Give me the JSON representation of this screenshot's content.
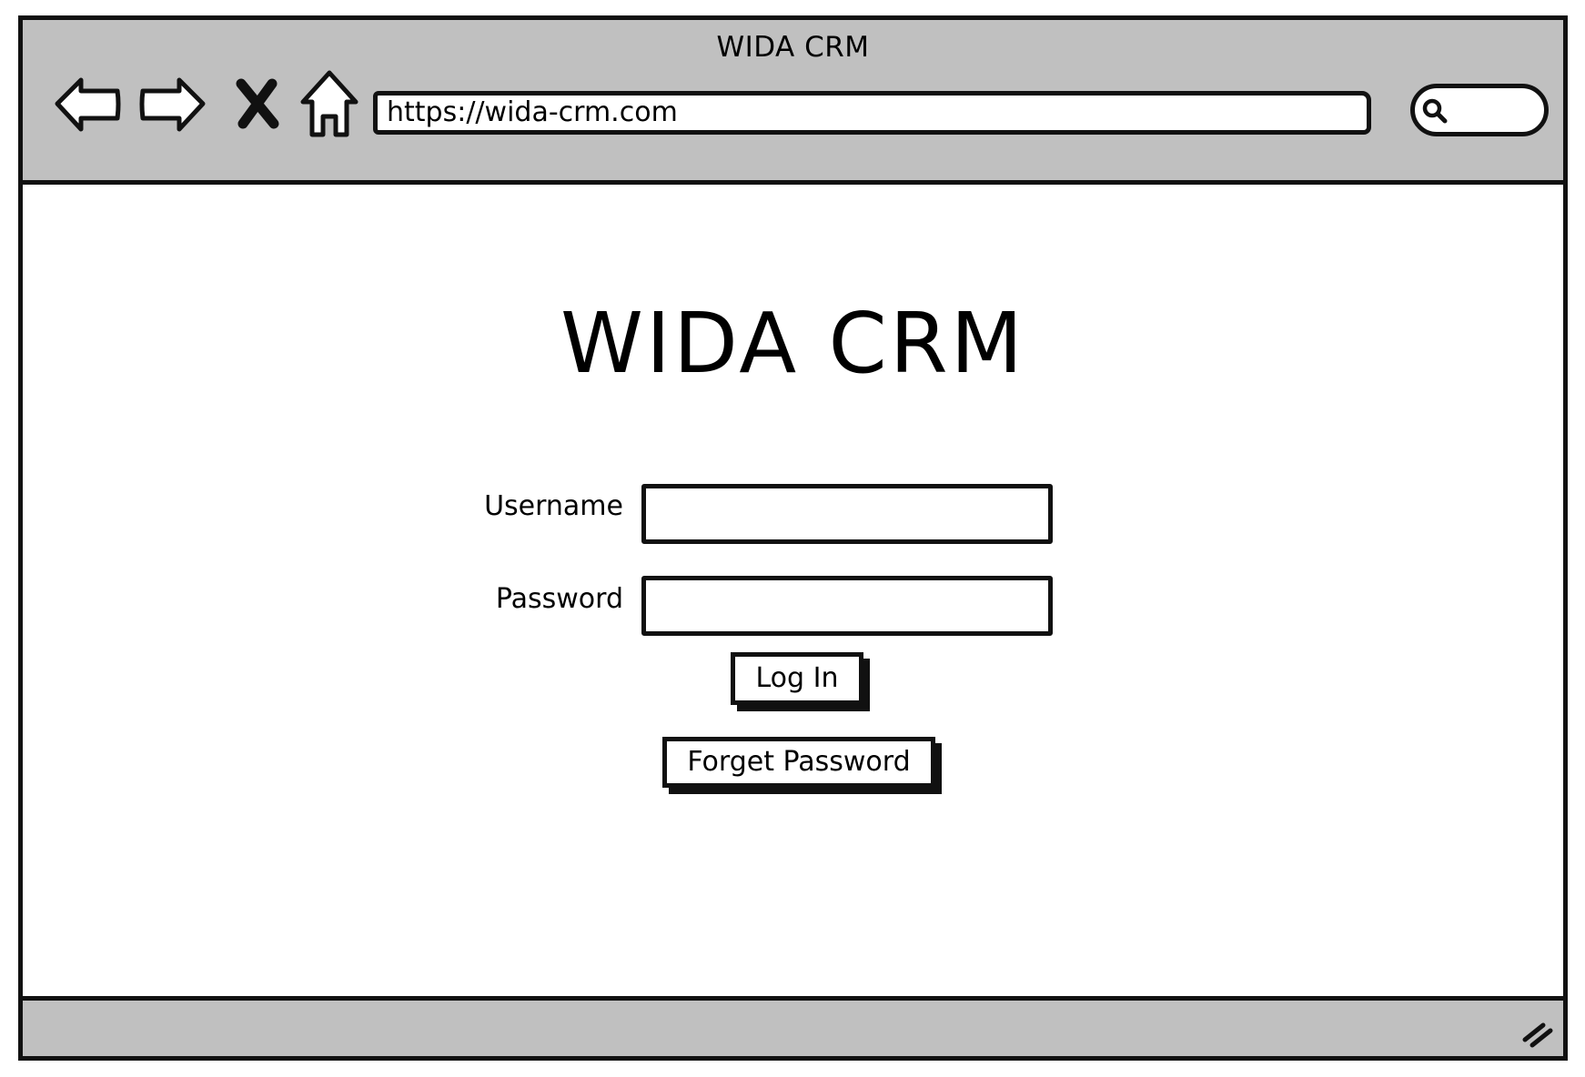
{
  "window": {
    "title": "WIDA CRM"
  },
  "toolbar": {
    "back_icon": "back-arrow-icon",
    "forward_icon": "forward-arrow-icon",
    "stop_icon": "close-icon",
    "home_icon": "home-icon",
    "search_icon": "search-icon"
  },
  "address_bar": {
    "url": "https://wida-crm.com"
  },
  "login": {
    "heading": "WIDA CRM",
    "username_label": "Username",
    "username_value": "",
    "password_label": "Password",
    "password_value": "",
    "login_button": "Log In",
    "forgot_button": "Forget Password"
  },
  "colors": {
    "chrome_gray": "#c0c0c0",
    "stroke": "#111111",
    "background": "#ffffff"
  }
}
